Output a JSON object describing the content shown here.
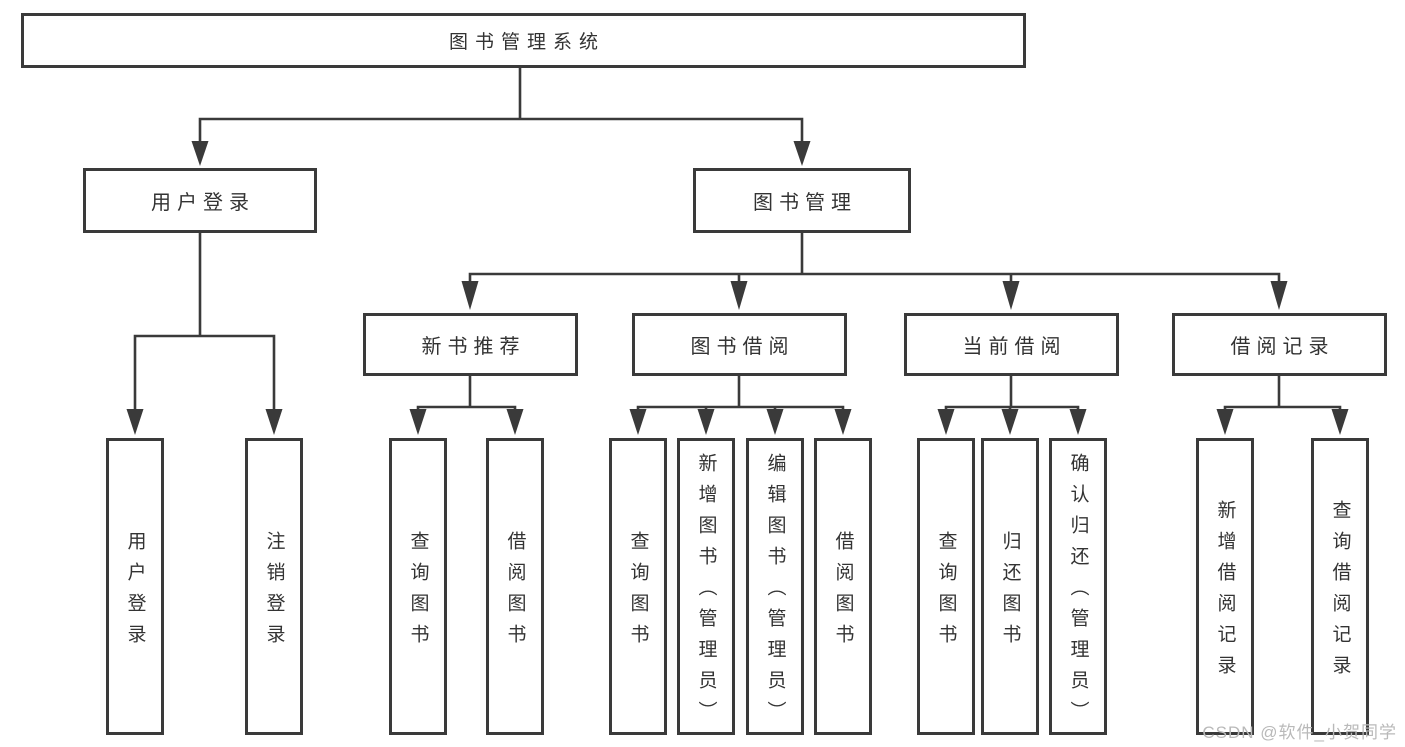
{
  "tree": {
    "root": "图书管理系统",
    "login_branch": {
      "label": "用户登录",
      "leaves": [
        "用户登录",
        "注销登录"
      ]
    },
    "management_branch": {
      "label": "图书管理",
      "groups": [
        {
          "label": "新书推荐",
          "leaves": [
            "查询图书",
            "借阅图书"
          ]
        },
        {
          "label": "图书借阅",
          "leaves": [
            "查询图书",
            "新增图书（管理员）",
            "编辑图书（管理员）",
            "借阅图书"
          ]
        },
        {
          "label": "当前借阅",
          "leaves": [
            "查询图书",
            "归还图书",
            "确认归还（管理员）"
          ]
        },
        {
          "label": "借阅记录",
          "leaves": [
            "新增借阅记录",
            "查询借阅记录"
          ]
        }
      ]
    }
  },
  "watermark": {
    "text": "CSDN @软件_小贺同学"
  },
  "colors": {
    "line": "#3a3a3a",
    "box_border": "#3a3a3a",
    "label_text": "#333333",
    "watermark_text": "#b9b9b9",
    "background": "#ffffff"
  }
}
